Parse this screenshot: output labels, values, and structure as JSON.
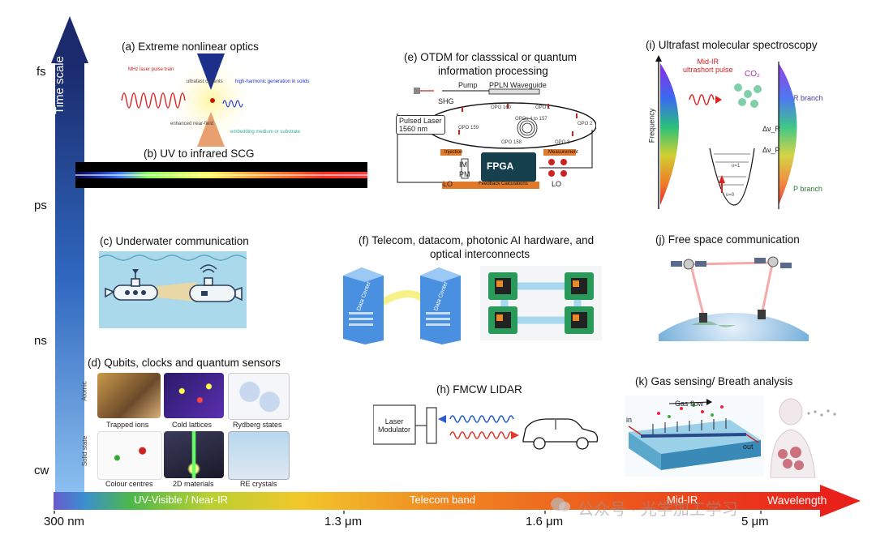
{
  "y_axis": {
    "label": "Time scale",
    "ticks": [
      "fs",
      "ps",
      "ns",
      "cw"
    ]
  },
  "x_axis": {
    "label": "Wavelength",
    "ticks": [
      "300 nm",
      "1.3 μm",
      "1.6 μm",
      "5 μm"
    ],
    "bands": [
      "UV-Visible / Near-IR",
      "Telecom band",
      "Mid-IR"
    ]
  },
  "watermark": "公众号 · 光学加工学习",
  "panels": {
    "a": {
      "title": "(a) Extreme nonlinear optics",
      "labels": [
        "MHz laser pulse train",
        "ultrafast currents",
        "high-harmonic generation in solids",
        "enhanced near-field",
        "embedding medium or substrate"
      ]
    },
    "b": {
      "title": "(b) UV to infrared SCG"
    },
    "c": {
      "title": "(c) Underwater communication"
    },
    "d": {
      "title": "(d) Qubits, clocks and quantum sensors",
      "row_labels": [
        "Atomic",
        "Solid state"
      ],
      "items": [
        "Trapped ions",
        "Cold lattices",
        "Rydberg states",
        "Colour centres",
        "2D materials",
        "RE crystals"
      ]
    },
    "e": {
      "title_line1": "(e) OTDM for classsical or quantum",
      "title_line2": "information processing",
      "labels": {
        "pump": "Pump",
        "waveguide": "PPLN Waveguide",
        "shg": "SHG",
        "laser": "Pulsed Laser\n1560 nm",
        "injection": "Injection",
        "measurement": "Measurement",
        "fpga": "FPGA",
        "feedback": "Feedback Calculations",
        "im": "IM",
        "pm": "PM",
        "lo1": "LO",
        "lo2": "LO",
        "opos": [
          "OPO 160",
          "OPO 1",
          "OPO 159",
          "OPO 2",
          "OPO 158",
          "OPO 3"
        ],
        "opo_mid": "OPOs 4 to 157"
      }
    },
    "f": {
      "title_line1": "(f) Telecom, datacom, photonic AI hardware, and",
      "title_line2": "optical interconnects",
      "labels": [
        "Data Center",
        "Data Center"
      ]
    },
    "h": {
      "title": "(h) FMCW LIDAR",
      "modulator": "Laser\nModulator"
    },
    "i": {
      "title": "(i) Ultrafast molecular spectroscopy",
      "labels": {
        "frequency": "Frequency",
        "pulse": "Mid-IR\nultrashort pulse",
        "co2": "CO₂",
        "r_branch": "R branch",
        "p_branch": "P branch",
        "dv_r": "Δν_R",
        "dv_p": "Δν_P",
        "v1": "υ=1",
        "v0": "υ=0"
      }
    },
    "j": {
      "title": "(j) Free space communication"
    },
    "k": {
      "title": "(k) Gas sensing/ Breath analysis",
      "labels": {
        "gas_flow": "Gas flow",
        "in": "in",
        "out": "out"
      }
    }
  },
  "colors": {
    "axis_top": "#1a2a6c",
    "axis_bottom": "#6aa8e8",
    "band_uv": "#6a5acd",
    "band_telecom": "#f07a20",
    "band_mid": "#e8221a"
  }
}
